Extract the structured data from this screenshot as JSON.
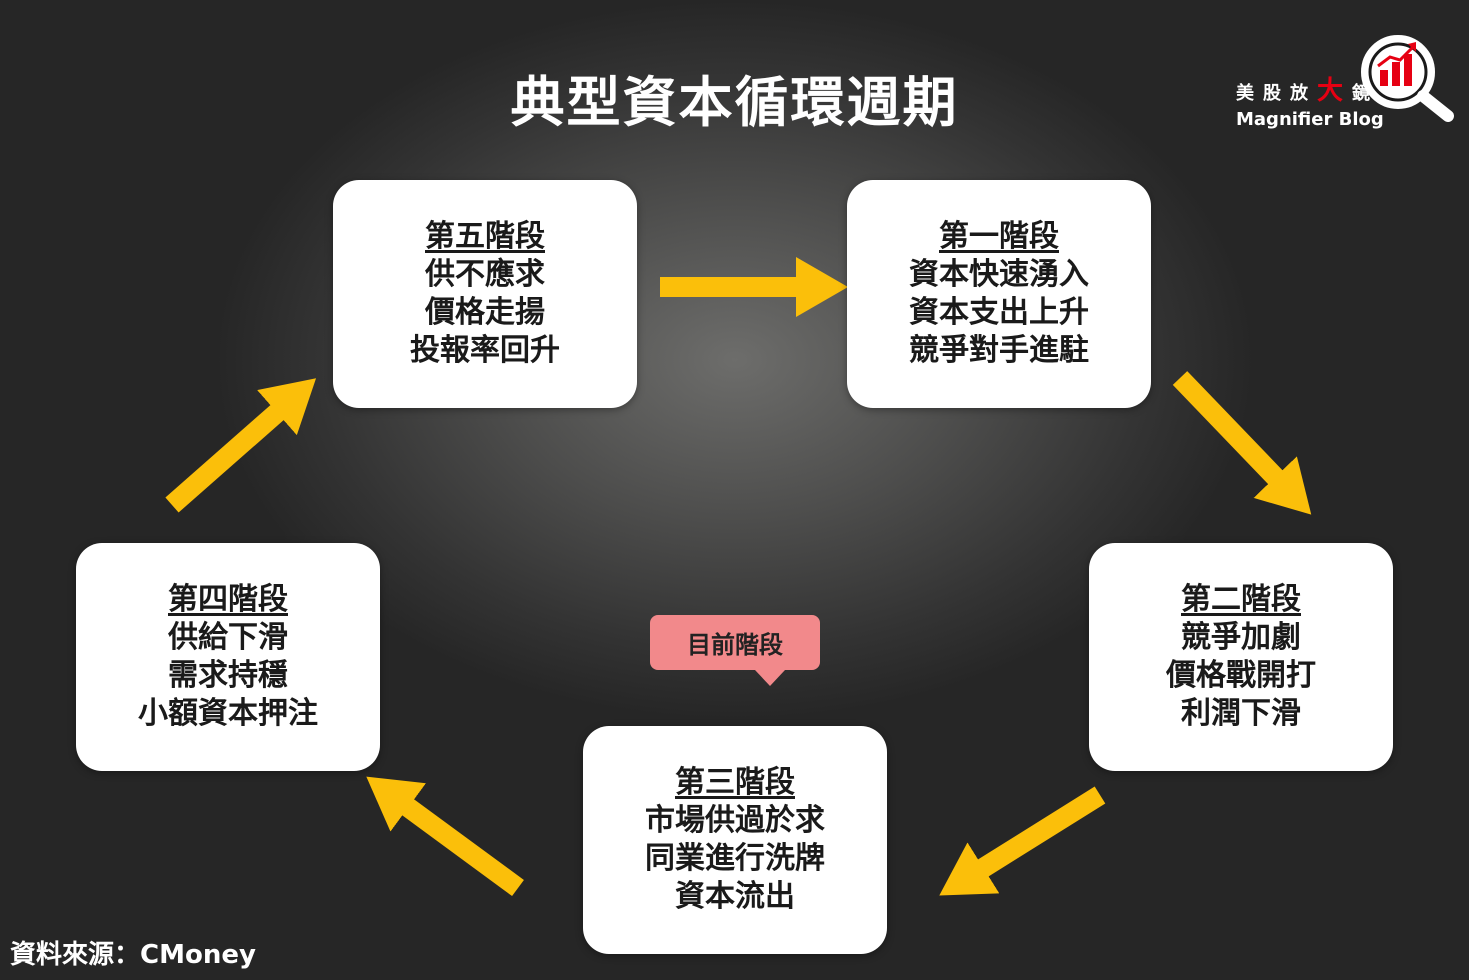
{
  "title": "典型資本循環週期",
  "logo": {
    "cn_prefix": "美股放",
    "cn_big": "大",
    "cn_suffix": "鏡",
    "en": "Magnifier Blog"
  },
  "stages": {
    "s1": {
      "name": "第一階段",
      "lines": [
        "資本快速湧入",
        "資本支出上升",
        "競爭對手進駐"
      ]
    },
    "s2": {
      "name": "第二階段",
      "lines": [
        "競爭加劇",
        "價格戰開打",
        "利潤下滑"
      ]
    },
    "s3": {
      "name": "第三階段",
      "lines": [
        "市場供過於求",
        "同業進行洗牌",
        "資本流出"
      ]
    },
    "s4": {
      "name": "第四階段",
      "lines": [
        "供給下滑",
        "需求持穩",
        "小額資本押注"
      ]
    },
    "s5": {
      "name": "第五階段",
      "lines": [
        "供不應求",
        "價格走揚",
        "投報率回升"
      ]
    }
  },
  "current_label": "目前階段",
  "source": "資料來源：CMoney",
  "colors": {
    "arrow": "#fbbf0a",
    "callout": "#f2898b",
    "logo_accent": "#e60012"
  }
}
